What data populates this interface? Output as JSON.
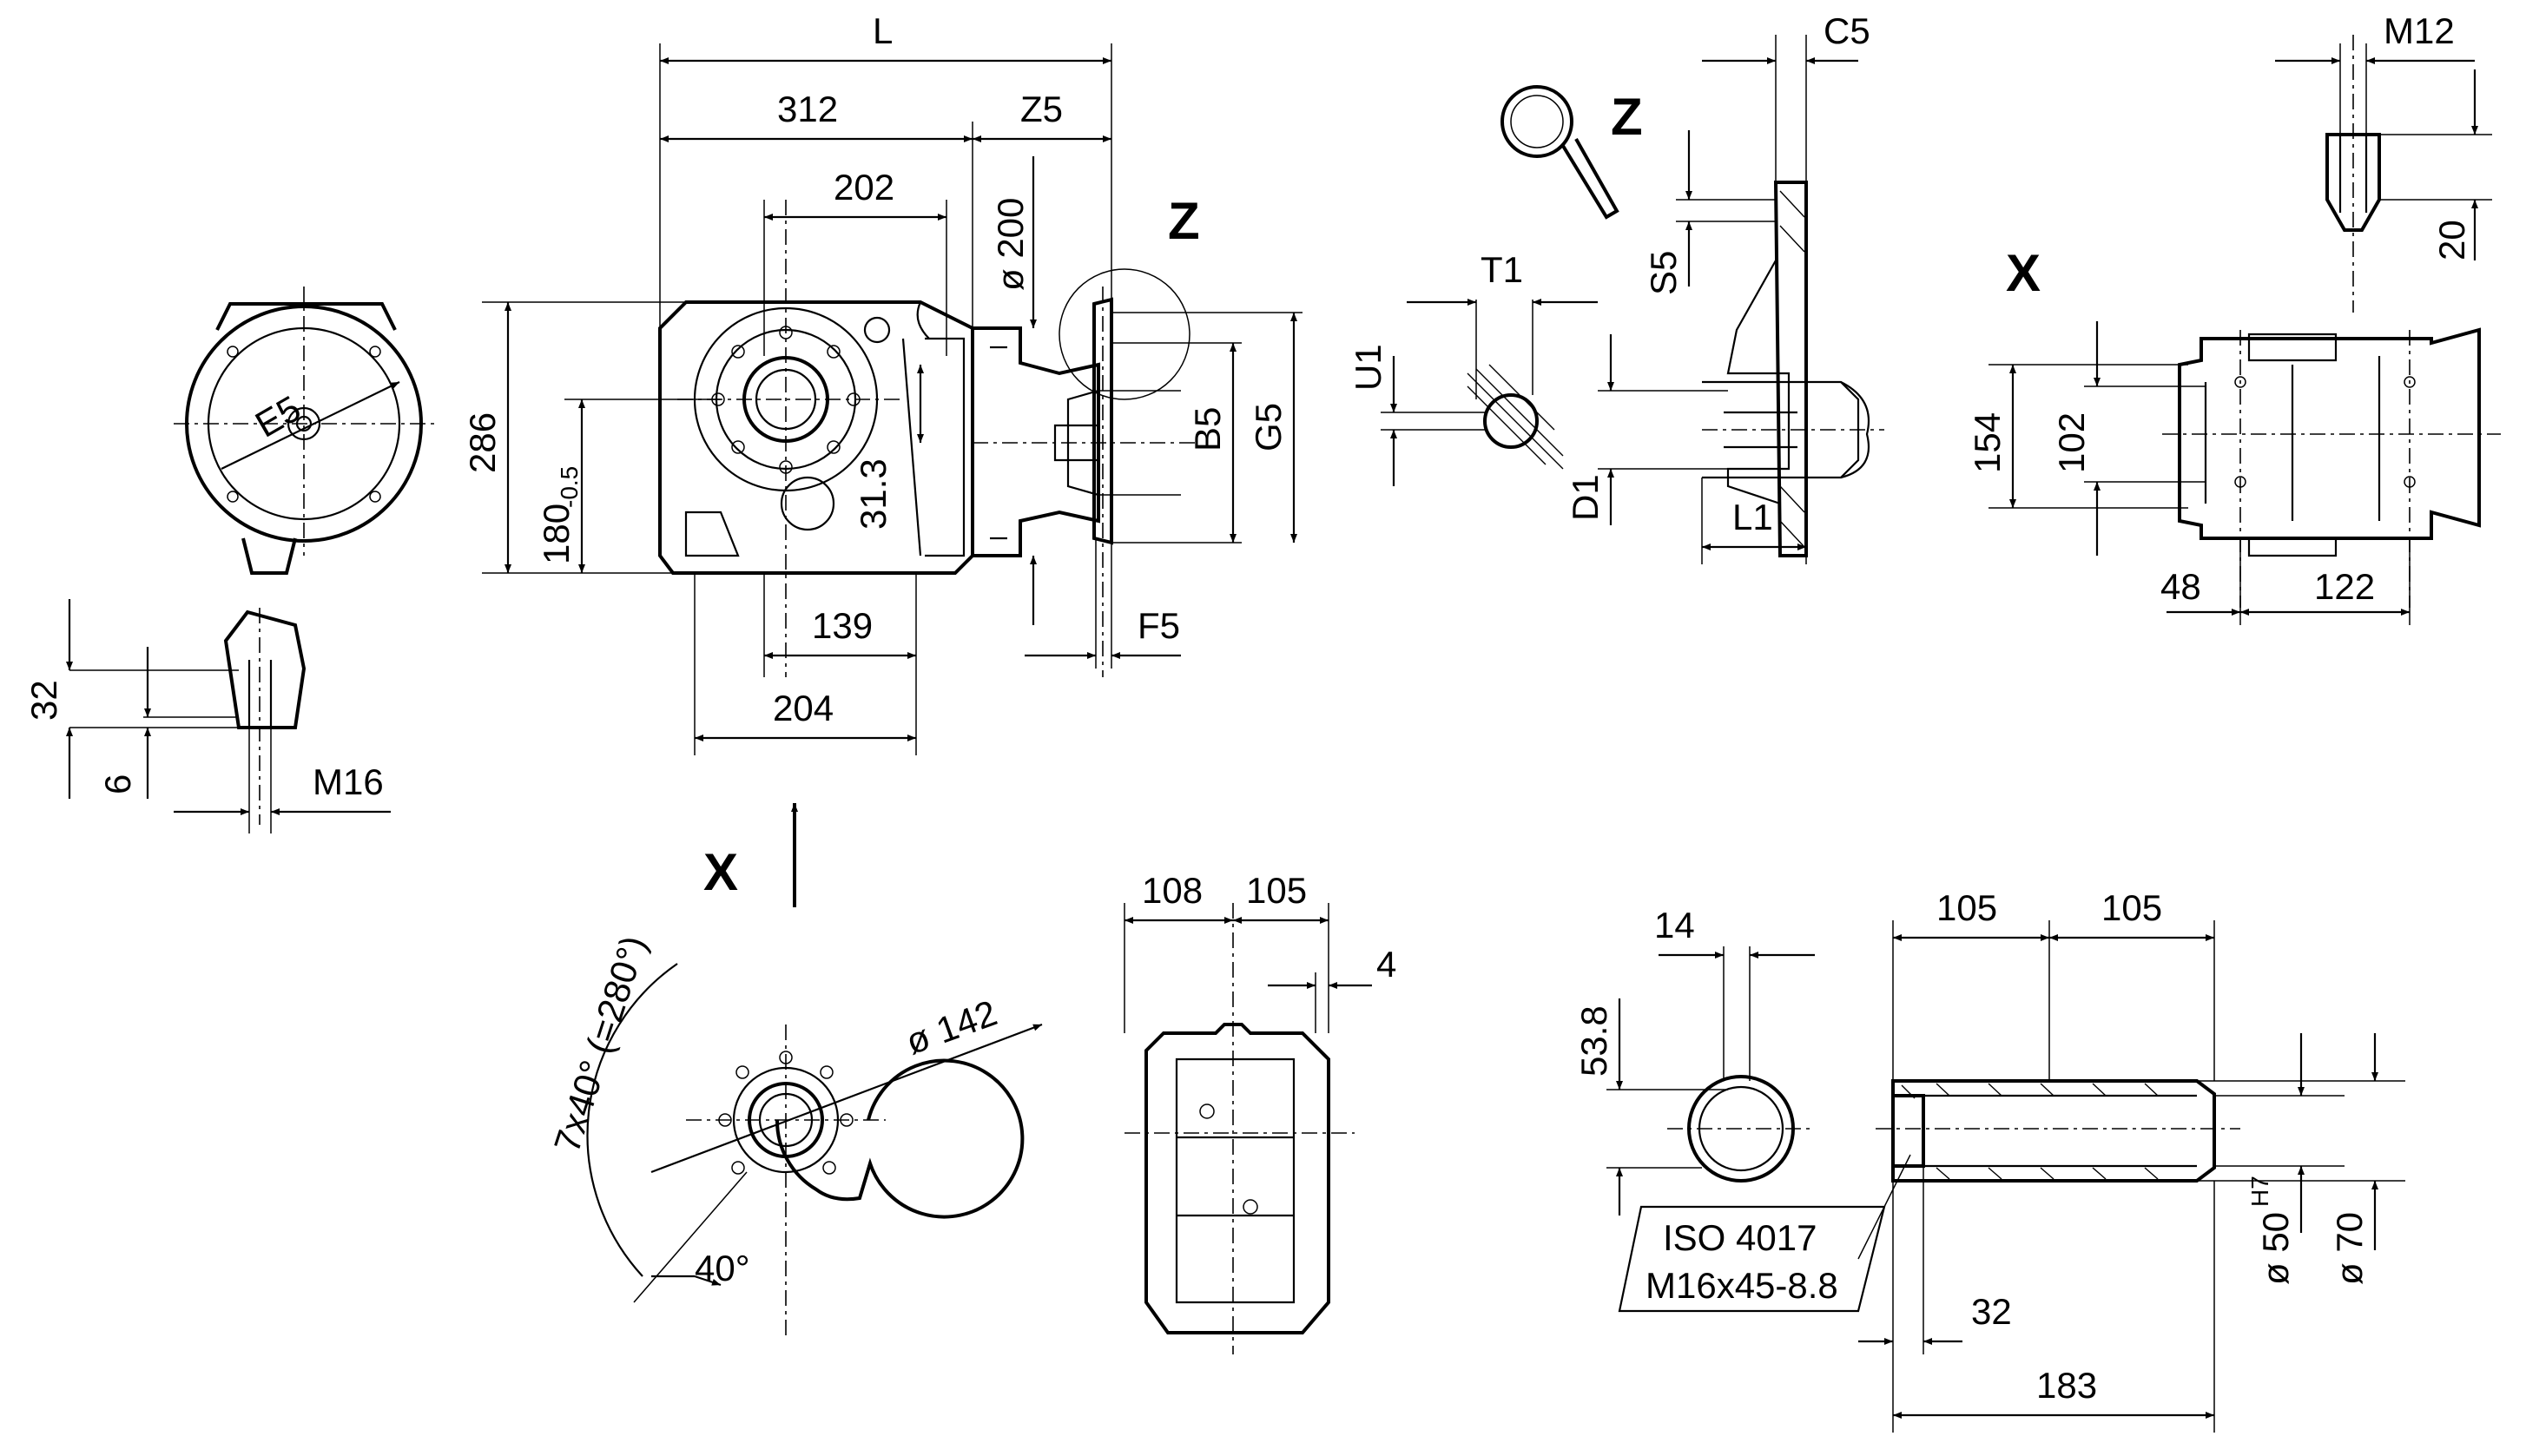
{
  "view_labels": {
    "z_main": "Z",
    "z_detail": "Z",
    "x_detail": "X",
    "x_arrow": "X"
  },
  "dimensions": {
    "L": "L",
    "d312": "312",
    "Z5": "Z5",
    "d202": "202",
    "dia200": "ø 200",
    "d286": "286",
    "d180": "180",
    "d180_tol": "-0.5",
    "d31_3": "31.3",
    "B5": "B5",
    "G5": "G5",
    "d139": "139",
    "d204": "204",
    "F5": "F5",
    "E5": "E5",
    "d32_left": "32",
    "d6": "6",
    "M16": "M16",
    "T1": "T1",
    "U1": "U1",
    "C5": "C5",
    "S5": "S5",
    "D1": "D1",
    "L1": "L1",
    "M12": "M12",
    "d20": "20",
    "d154": "154",
    "d102": "102",
    "d48": "48",
    "d122": "122",
    "angle_pattern": "7x40° (=280°)",
    "dia142": "ø 142",
    "angle40": "40°",
    "d108": "108",
    "d105_top": "105",
    "d4": "4",
    "d14": "14",
    "d53_8": "53.8",
    "d105_a": "105",
    "d105_b": "105",
    "iso_line1": "ISO 4017",
    "iso_line2": "M16x45-8.8",
    "d32_shaft": "32",
    "d183": "183",
    "dia50": "ø 50",
    "dia50_fit": "H7",
    "dia70": "ø 70"
  }
}
